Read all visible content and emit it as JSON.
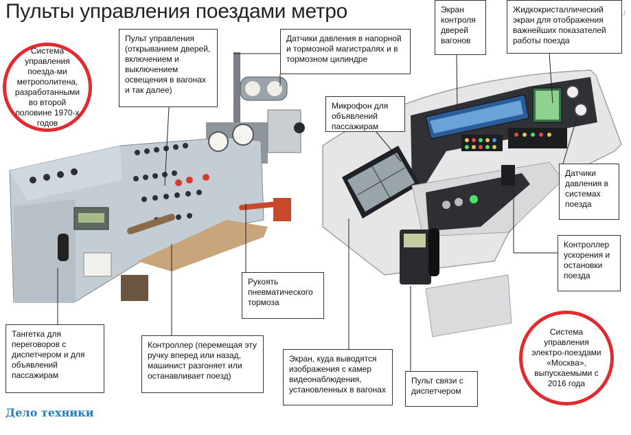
{
  "title": "Пульты управления поездами метро",
  "watermark": "vm.ru",
  "section_label": "Дело техники",
  "circles": {
    "old_system": "Система управления поезда-ми метрополитена, разработанными во второй половине 1970-х годов",
    "new_system": "Система управления электро-поездами «Москва», выпускаемыми с 2016 года"
  },
  "callouts": {
    "control_panel": "Пульт управления (открыванием дверей, включением и выключением освещения в вагонах и так далее)",
    "pressure_sensors_lines": "Датчики давления в напорной и тормозной магистралях и в тормозном цилиндре",
    "door_screen": "Экран контроля дверей вагонов",
    "lcd_screen": "Жидкокристаллический экран для отображения важнейших показателей работы поезда",
    "microphone": "Микрофон для объявлений пассажирам",
    "pressure_sensors_systems": "Датчики давления в системах поезда",
    "accel_controller": "Контроллер ускорения и остановки поезда",
    "brake_handle": "Рукоять пневматического тормоза",
    "tangetka": "Тангетка для переговоров с диспетчером и для объявлений пассажирам",
    "controller": "Контроллер (перемещая эту ручку вперед или назад, машинист разгоняет или останавливает поезд)",
    "video_screen": "Экран, куда выводятся изображения с камер видеонаблюдения, установленных в вагонах",
    "dispatcher_panel": "Пульт связи с диспетчером"
  },
  "colors": {
    "accent_red": "#e32a2e",
    "section_blue": "#1f7fc2",
    "old_panel": "#c4cdd3",
    "new_panel": "#e6e6e6"
  }
}
